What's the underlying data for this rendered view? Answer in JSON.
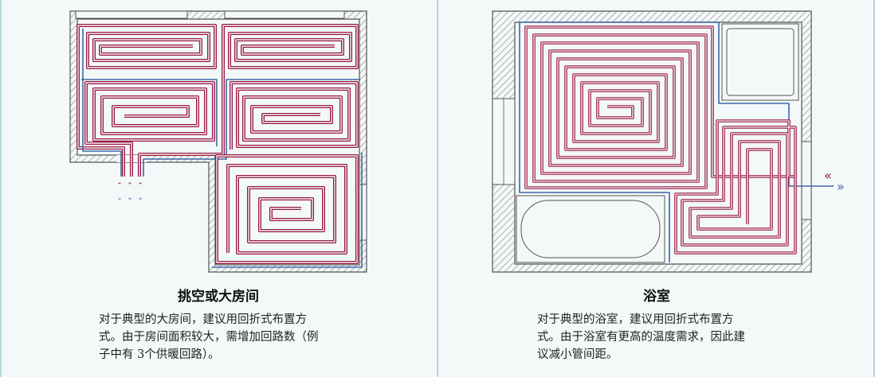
{
  "colors": {
    "background": "#f3f8f8",
    "supply_pipe": "#9a1642",
    "return_pipe": "#3d68a8",
    "wall_hatch": "#777777",
    "divider": "#b9d8dc"
  },
  "left": {
    "title": "挑空或大房间",
    "description_lines": [
      "对于典型的大房间，建议用回折式布置方",
      "式。由于房间面积较大，需增加回路数（例",
      "子中有 3个供暖回路）。"
    ]
  },
  "right": {
    "title": "浴室",
    "description_lines": [
      "对于典型的浴室，建议用回折式布置方",
      "式。由于浴室有更高的温度需求，因此建",
      "议减小管间距。"
    ],
    "flow_marks": {
      "in": "«",
      "out": "»"
    }
  }
}
